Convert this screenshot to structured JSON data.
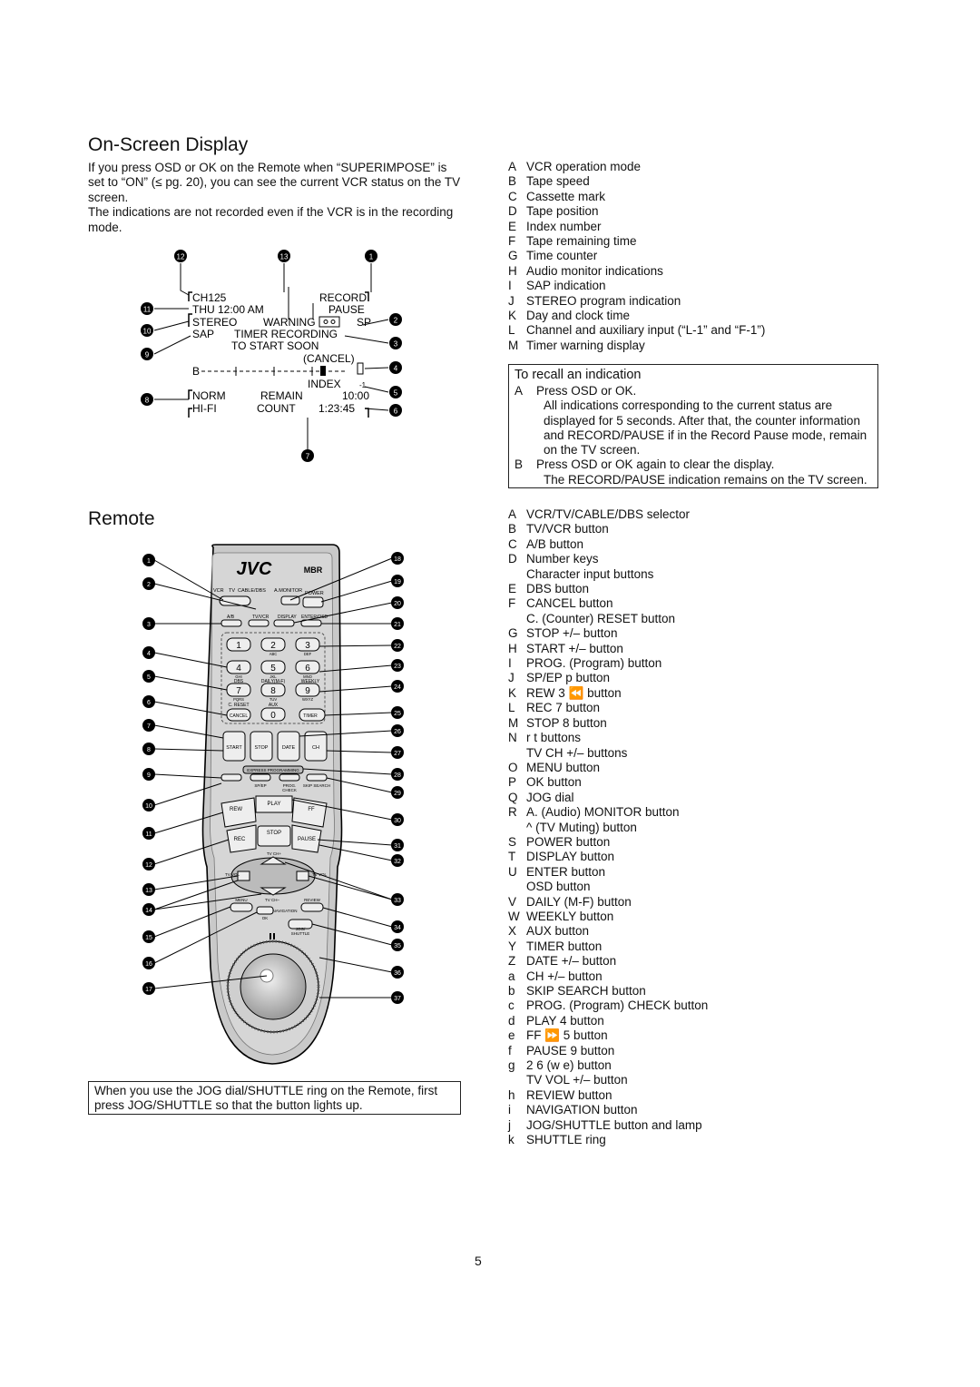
{
  "osd_section": {
    "title": "On-Screen Display",
    "intro_1": "If you press OSD or OK on the Remote when “SUPERIMPOSE” is set to “ON” (≤ pg. 20), you can see the current VCR status on the TV screen.",
    "intro_2": "The indications are not recorded even if the VCR is in the recording mode.",
    "screen": {
      "ch": "CH125",
      "rec": "RECORD",
      "day": "THU 12:00 AM",
      "pause": "PAUSE",
      "stereo": "STEREO",
      "warning": "WARNING",
      "sp": "SP",
      "sap": "SAP",
      "timer_rec": "TIMER RECORDING",
      "to_start": "TO START SOON",
      "cancel": "(CANCEL)",
      "b_label": "B",
      "index": "INDEX",
      "index_num": "-1",
      "norm": "NORM",
      "remain": "REMAIN",
      "remain_time": "10:00",
      "hifi": "HI-FI",
      "count": "COUNT",
      "count_time": "1:23:45"
    },
    "callouts": [
      "12",
      "13",
      "1",
      "11",
      "2",
      "10",
      "3",
      "9",
      "4",
      "5",
      "8",
      "6",
      "7"
    ]
  },
  "osd_legend": [
    {
      "k": "A",
      "t": "VCR operation mode"
    },
    {
      "k": "B",
      "t": "Tape speed"
    },
    {
      "k": "C",
      "t": "Cassette mark"
    },
    {
      "k": "D",
      "t": "Tape position"
    },
    {
      "k": "E",
      "t": "Index number"
    },
    {
      "k": "F",
      "t": "Tape remaining time"
    },
    {
      "k": "G",
      "t": "Time counter"
    },
    {
      "k": "H",
      "t": "Audio monitor indications"
    },
    {
      "k": "I",
      "t": "SAP indication"
    },
    {
      "k": "J",
      "t": "STEREO program indication"
    },
    {
      "k": "K",
      "t": "Day and clock time"
    },
    {
      "k": "L",
      "t": "Channel and auxiliary input (“L-1” and “F-1”)"
    },
    {
      "k": "M",
      "t": "Timer warning display"
    }
  ],
  "recall": {
    "title": "To recall an indication",
    "a_key": "A",
    "a_text": "Press OSD or OK.",
    "a_desc": "All indications corresponding to the current status are displayed for 5 seconds. After that, the counter information and RECORD/PAUSE if in the Record Pause mode, remain on the TV screen.",
    "b_key": "B",
    "b_text": "Press OSD or OK again to clear the display.",
    "b_desc": "The RECORD/PAUSE indication remains on the TV screen."
  },
  "remote_section": {
    "title": "Remote",
    "note": "When you use the JOG dial/SHUTTLE ring on the Remote, first press JOG/SHUTTLE so that the button lights up.",
    "brand": "JVC",
    "mbr": "MBR",
    "labels": {
      "vcr": "VCR",
      "tv": "TV",
      "cable": "CABLE/DBS",
      "amon": "A.MONITOR",
      "power": "POWER",
      "ab": "A/B",
      "tvvcr": "TV/VCR",
      "display": "DISPLAY",
      "enter": "ENTER/OSD",
      "k1": "1",
      "k2": "2",
      "k3": "3",
      "k4": "4",
      "k5": "5",
      "k6": "6",
      "k7": "7",
      "k8": "8",
      "k9": "9",
      "k0": "0",
      "abc": "ABC",
      "def": "DEF",
      "ghi": "GHI",
      "jkl": "JKL",
      "mno": "MNO",
      "pqrs": "PQRS",
      "tuv": "TUV",
      "wxyz": "WXYZ",
      "dbs": "DBS",
      "daily": "DAILY(M-F)",
      "weekly": "WEEKLY",
      "creset": "C. RESET",
      "aux": "AUX",
      "cancel": "CANCEL",
      "timer": "TIMER",
      "start": "START",
      "stop": "STOP",
      "date": "DATE",
      "ch": "CH",
      "express": "EXPRESS PROGRAMMING",
      "spep": "SP/EP",
      "prog": "PROG.",
      "check": "CHECK",
      "skip": "SKIP SEARCH",
      "play": "PLAY",
      "rew": "REW",
      "ff": "FF",
      "rec": "REC",
      "stop2": "STOP",
      "pause": "PAUSE",
      "tvch": "TV CH+",
      "tvvol": "TV VOL",
      "menu": "MENU",
      "ok": "OK",
      "review": "REVIEW",
      "navigation": "NAVIGATION",
      "tvchm": "TV CH–",
      "jog": "JOG/",
      "shuttle": "SHUTTLE"
    },
    "callouts_left": [
      "1",
      "2",
      "3",
      "4",
      "5",
      "6",
      "7",
      "8",
      "9",
      "10",
      "11",
      "12",
      "13",
      "14",
      "15",
      "16",
      "17"
    ],
    "callouts_right": [
      "18",
      "19",
      "20",
      "21",
      "22",
      "23",
      "24",
      "25",
      "26",
      "27",
      "28",
      "29",
      "30",
      "31",
      "32",
      "33",
      "34",
      "35",
      "36",
      "37"
    ]
  },
  "remote_legend": [
    {
      "k": "A",
      "t": "VCR/TV/CABLE/DBS selector"
    },
    {
      "k": "B",
      "t": "TV/VCR button"
    },
    {
      "k": "C",
      "t": "A/B button"
    },
    {
      "k": "D",
      "t": "Number keys"
    },
    {
      "k": "",
      "t": "Character input buttons"
    },
    {
      "k": "E",
      "t": "DBS button"
    },
    {
      "k": "F",
      "t": "CANCEL button"
    },
    {
      "k": "",
      "t": "C. (Counter) RESET button"
    },
    {
      "k": "G",
      "t": "STOP +/– button"
    },
    {
      "k": "H",
      "t": "START +/– button"
    },
    {
      "k": "I",
      "t": "PROG. (Program) button"
    },
    {
      "k": "J",
      "t": "SP/EP p button"
    },
    {
      "k": "K",
      "t": "REW 3 ⏪ button"
    },
    {
      "k": "L",
      "t": "REC 7 button"
    },
    {
      "k": "M",
      "t": "STOP 8 button"
    },
    {
      "k": "N",
      "t": "r t buttons"
    },
    {
      "k": "",
      "t": "TV CH +/– buttons"
    },
    {
      "k": "O",
      "t": "MENU button"
    },
    {
      "k": "P",
      "t": "OK button"
    },
    {
      "k": "Q",
      "t": "JOG dial"
    },
    {
      "k": "R",
      "t": "A. (Audio) MONITOR button"
    },
    {
      "k": "",
      "t": "^ (TV Muting) button"
    },
    {
      "k": "S",
      "t": "POWER button"
    },
    {
      "k": "T",
      "t": "DISPLAY button"
    },
    {
      "k": "U",
      "t": "ENTER button"
    },
    {
      "k": "",
      "t": "OSD button"
    },
    {
      "k": "V",
      "t": "DAILY (M-F) button"
    },
    {
      "k": "W",
      "t": "WEEKLY button"
    },
    {
      "k": "X",
      "t": "AUX button"
    },
    {
      "k": "Y",
      "t": "TIMER button"
    },
    {
      "k": "Z",
      "t": "DATE +/– button"
    },
    {
      "k": "a",
      "t": "CH +/– button"
    },
    {
      "k": "b",
      "t": "SKIP SEARCH button"
    },
    {
      "k": "c",
      "t": "PROG. (Program) CHECK button"
    },
    {
      "k": "d",
      "t": "PLAY 4 button"
    },
    {
      "k": "e",
      "t": "FF ⏩ 5 button"
    },
    {
      "k": "f",
      "t": "PAUSE 9 button"
    },
    {
      "k": "g",
      "t": "2 6 (w e) button"
    },
    {
      "k": "",
      "t": "TV VOL +/– button"
    },
    {
      "k": "h",
      "t": "REVIEW button"
    },
    {
      "k": "i",
      "t": "NAVIGATION button"
    },
    {
      "k": "j",
      "t": "JOG/SHUTTLE button and lamp"
    },
    {
      "k": "k",
      "t": "SHUTTLE ring"
    }
  ],
  "page_number": "5"
}
